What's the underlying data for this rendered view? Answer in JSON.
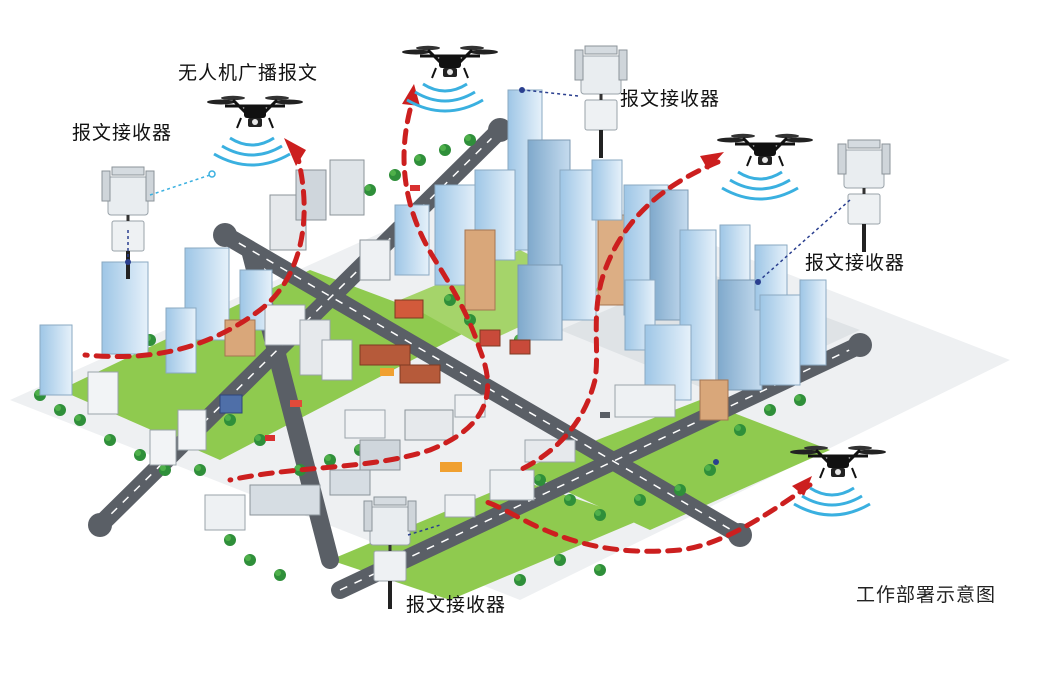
{
  "labels": {
    "drone_broadcast": "无人机广播报文",
    "receiver_top_left": "报文接收器",
    "receiver_top_center": "报文接收器",
    "receiver_right": "报文接收器",
    "receiver_bottom": "报文接收器"
  },
  "caption": "工作部署示意图",
  "colors": {
    "flight_path": "#cc1f1f",
    "signal_wave": "#3ab0e0",
    "road": "#5a5f66",
    "grass": "#7cc242",
    "tree": "#2f8f3a",
    "building_glass": "#b9d6ee",
    "receiver_body": "#e8ecef"
  },
  "icons": [
    "drone-icon",
    "receiver-icon",
    "signal-wave-icon",
    "arrow-icon"
  ]
}
